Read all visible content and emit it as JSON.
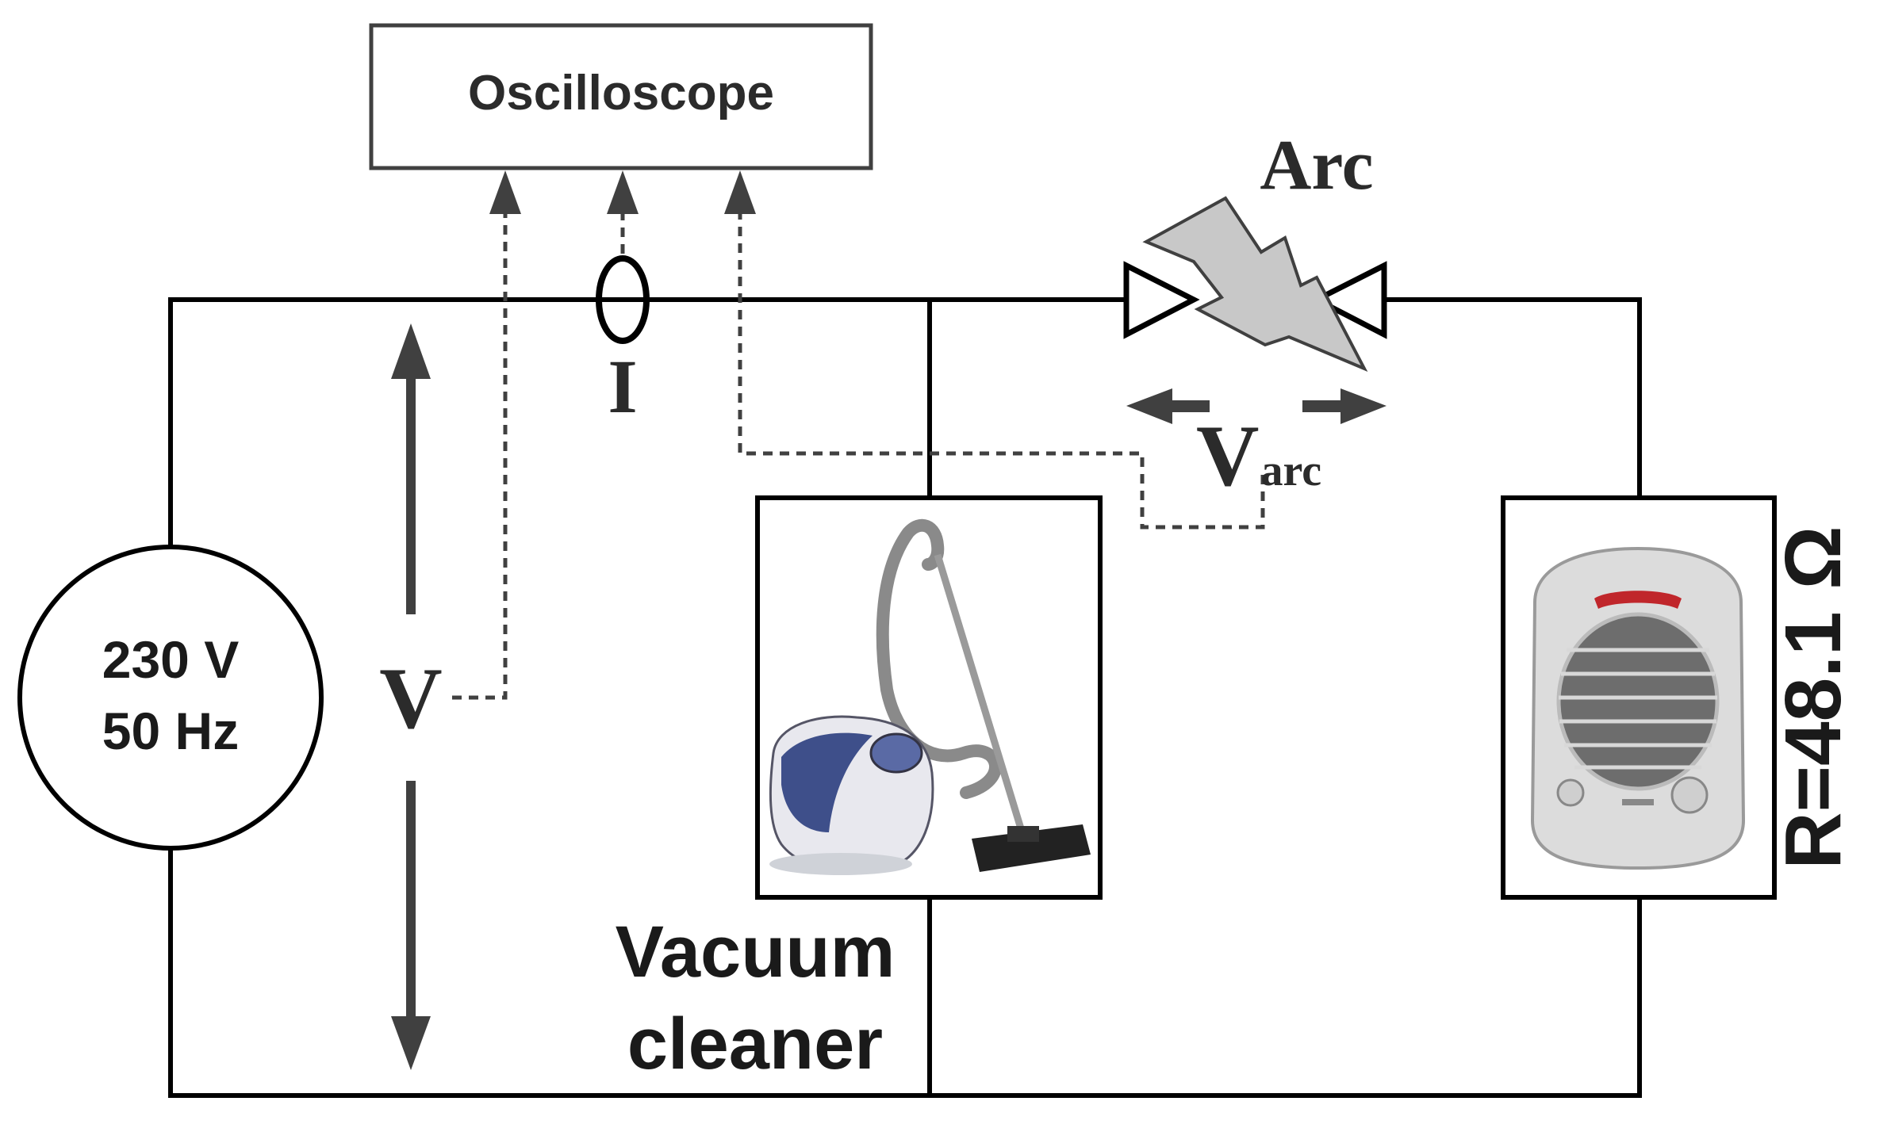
{
  "oscilloscope": {
    "label": "Oscilloscope"
  },
  "source": {
    "voltage": "230 V",
    "frequency": "50 Hz"
  },
  "measurements": {
    "current": "I",
    "voltage": "V",
    "arc_voltage_main": "V",
    "arc_voltage_sub": "arc"
  },
  "arc": {
    "label": "Arc"
  },
  "loads": {
    "vacuum_line1": "Vacuum",
    "vacuum_line2": "cleaner",
    "resistance": "R=48.1 Ω"
  },
  "colors": {
    "wire": "#000000",
    "arrow": "#404040",
    "dashed": "#404040",
    "lightning_fill": "#c8c8c8",
    "text": "#2b2b2b"
  },
  "icons": [
    "vacuum-cleaner-icon",
    "fan-heater-icon",
    "lightning-bolt-icon",
    "current-probe-icon"
  ]
}
